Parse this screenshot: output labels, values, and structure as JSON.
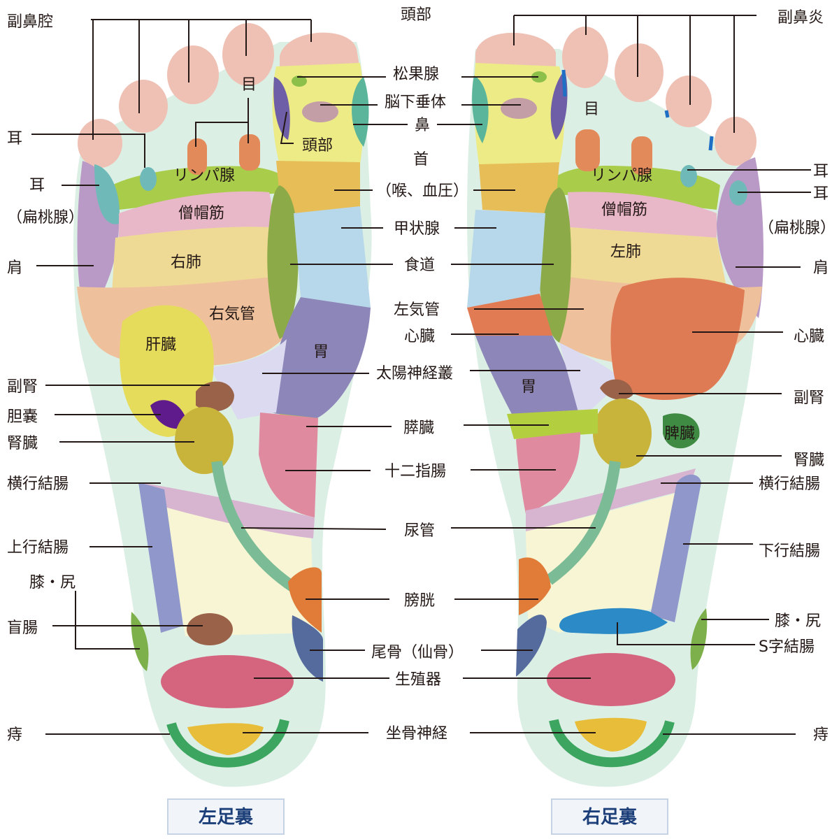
{
  "left_caption": "左足裏",
  "right_caption": "右足裏",
  "labels": {
    "fukubikuu": "副鼻腔",
    "fukubien": "副鼻炎",
    "toubu_top": "頭部",
    "toubu_in": "頭部",
    "me_l": "目",
    "me_r": "目",
    "mimi_l": "耳",
    "mimi_r1": "耳",
    "mimi_l2": "耳",
    "mimi_r2": "耳",
    "hentousen_l": "（扁桃腺）",
    "hentousen_r": "（扁桃腺）",
    "kata_l": "肩",
    "kata_r": "肩",
    "shoukasen": "松果腺",
    "noukasuitai": "脳下垂体",
    "hana": "鼻",
    "kubi": "首",
    "koketsu": "（喉、血圧）",
    "koujousen": "甲状腺",
    "shokudou": "食道",
    "hikikan": "左気管",
    "shinzou": "心臓",
    "shinzou_r": "心臓",
    "shinzou_label": "心臓",
    "taiyou": "太陽神経叢",
    "suizou": "膵臓",
    "juunishi": "十二指腸",
    "nyoukan": "尿管",
    "boukou": "膀胱",
    "bikotsu": "尾骨（仙骨）",
    "seishokuki": "生殖器",
    "zakotsu": "坐骨神経",
    "lymph_l": "リンパ腺",
    "lymph_r": "リンパ腺",
    "soubou_l": "僧帽筋",
    "soubou_r": "僧帽筋",
    "uhai": "右肺",
    "sahai": "左肺",
    "ukikan": "右気管",
    "kanzou": "肝臓",
    "i_l": "胃",
    "i_r": "胃",
    "hiken_l": "副腎",
    "hiken_r": "副腎",
    "tannou": "胆嚢",
    "jinzou_l": "腎臓",
    "jinzou_r": "腎臓",
    "hizou": "脾臓",
    "oukou_l": "横行結腸",
    "oukou_r": "横行結腸",
    "joukou": "上行結腸",
    "kakou": "下行結腸",
    "hiza_l": "膝・尻",
    "hiza_r": "膝・尻",
    "mouchou": "盲腸",
    "sji": "S字結腸",
    "ji_l": "痔",
    "ji_r": "痔"
  }
}
